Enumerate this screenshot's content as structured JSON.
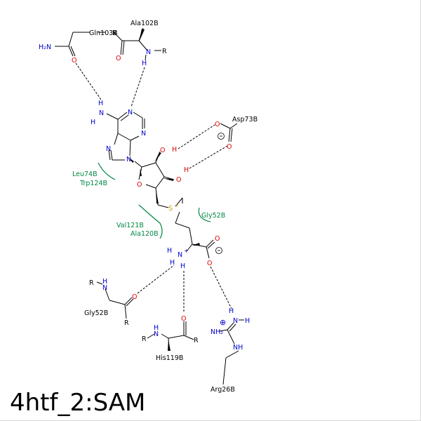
{
  "title": "4htf_2:SAM",
  "residues": {
    "gln103b": "Gln103B",
    "ala102b": "Ala102B",
    "asp73b": "Asp73B",
    "gly52b_hyd": "Gly52B",
    "gly52b_hb": "Gly52B",
    "his119b": "His119B",
    "arg26b": "Arg26B",
    "leu74b": "Leu74B",
    "trp124b": "Trp124B",
    "val121b": "Val121B",
    "ala120b": "Ala120B"
  },
  "atoms": {
    "h2n": "H₂N",
    "o": "O",
    "n": "N",
    "h": "H",
    "r": "R",
    "s": "S",
    "nh2": "NH₂",
    "nh": "NH"
  },
  "colors": {
    "nitrogen": "#0000cc",
    "oxygen": "#dd0000",
    "sulfur": "#c8a000",
    "hydrophobic": "#008844"
  }
}
